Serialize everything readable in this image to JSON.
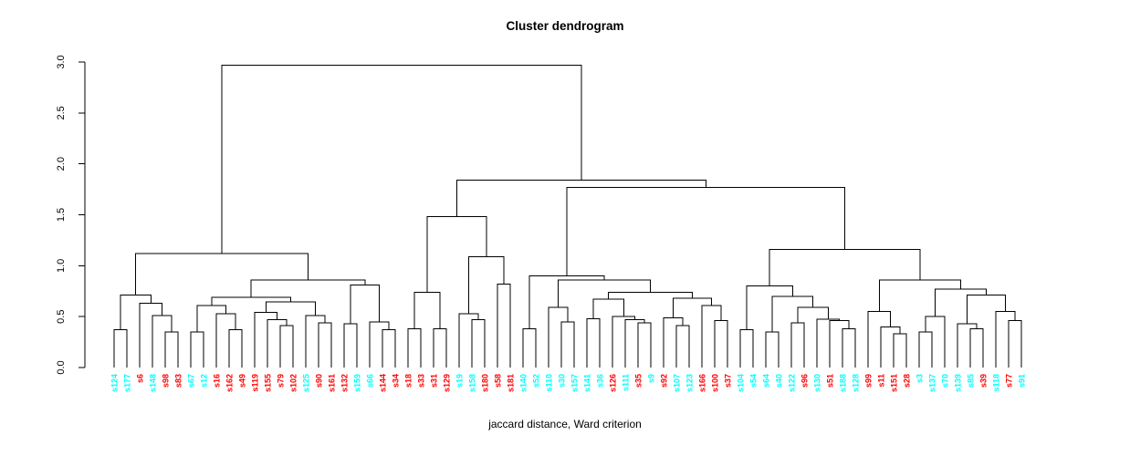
{
  "title": "Cluster dendrogram",
  "xlabel": "jaccard distance, Ward criterion",
  "y_axis": {
    "ticks": [
      "0.0",
      "0.5",
      "1.0",
      "1.5",
      "2.0",
      "2.5",
      "3.0"
    ],
    "min": 0.0,
    "max": 3.0
  },
  "colors": {
    "red": "#FF0000",
    "cyan": "#00FFFF",
    "line": "#000000"
  },
  "chart_data": {
    "type": "dendrogram",
    "title": "Cluster dendrogram",
    "xlabel": "jaccard distance, Ward criterion",
    "ylabel": "",
    "ylim": [
      0.0,
      3.0
    ],
    "grid": false,
    "legend": "none",
    "leaves": [
      [
        "s124",
        "cyan"
      ],
      [
        "s177",
        "cyan"
      ],
      [
        "s6",
        "red"
      ],
      [
        "s148",
        "cyan"
      ],
      [
        "s98",
        "red"
      ],
      [
        "s83",
        "red"
      ],
      [
        "s67",
        "cyan"
      ],
      [
        "s12",
        "cyan"
      ],
      [
        "s16",
        "red"
      ],
      [
        "s162",
        "red"
      ],
      [
        "s49",
        "red"
      ],
      [
        "s119",
        "red"
      ],
      [
        "s155",
        "red"
      ],
      [
        "s79",
        "red"
      ],
      [
        "s102",
        "red"
      ],
      [
        "s125",
        "cyan"
      ],
      [
        "s90",
        "red"
      ],
      [
        "s161",
        "red"
      ],
      [
        "s132",
        "red"
      ],
      [
        "s159",
        "cyan"
      ],
      [
        "s66",
        "cyan"
      ],
      [
        "s144",
        "red"
      ],
      [
        "s34",
        "red"
      ],
      [
        "s18",
        "red"
      ],
      [
        "s33",
        "red"
      ],
      [
        "s31",
        "red"
      ],
      [
        "s129",
        "red"
      ],
      [
        "s19",
        "cyan"
      ],
      [
        "s158",
        "cyan"
      ],
      [
        "s180",
        "red"
      ],
      [
        "s58",
        "red"
      ],
      [
        "s181",
        "red"
      ],
      [
        "s140",
        "cyan"
      ],
      [
        "s52",
        "cyan"
      ],
      [
        "s110",
        "cyan"
      ],
      [
        "s30",
        "cyan"
      ],
      [
        "s157",
        "cyan"
      ],
      [
        "s141",
        "cyan"
      ],
      [
        "s36",
        "cyan"
      ],
      [
        "s126",
        "red"
      ],
      [
        "s111",
        "cyan"
      ],
      [
        "s35",
        "red"
      ],
      [
        "s9",
        "cyan"
      ],
      [
        "s92",
        "red"
      ],
      [
        "s107",
        "cyan"
      ],
      [
        "s123",
        "cyan"
      ],
      [
        "s166",
        "red"
      ],
      [
        "s100",
        "red"
      ],
      [
        "s37",
        "red"
      ],
      [
        "s104",
        "cyan"
      ],
      [
        "s54",
        "cyan"
      ],
      [
        "s64",
        "cyan"
      ],
      [
        "s40",
        "cyan"
      ],
      [
        "s122",
        "cyan"
      ],
      [
        "s96",
        "red"
      ],
      [
        "s130",
        "cyan"
      ],
      [
        "s51",
        "red"
      ],
      [
        "s188",
        "cyan"
      ],
      [
        "s128",
        "cyan"
      ],
      [
        "s99",
        "red"
      ],
      [
        "s11",
        "red"
      ],
      [
        "s151",
        "red"
      ],
      [
        "s28",
        "red"
      ],
      [
        "s3",
        "cyan"
      ],
      [
        "s137",
        "cyan"
      ],
      [
        "s70",
        "cyan"
      ],
      [
        "s139",
        "cyan"
      ],
      [
        "s85",
        "cyan"
      ],
      [
        "s39",
        "red"
      ],
      [
        "s118",
        "cyan"
      ],
      [
        "s77",
        "red"
      ],
      [
        "s91",
        "cyan"
      ]
    ],
    "tree": [
      2.97,
      [
        1.12,
        [
          0.71,
          [
            0.37,
            "s124",
            "s177"
          ],
          [
            0.63,
            "s6",
            [
              0.51,
              "s148",
              [
                0.35,
                "s98",
                "s83"
              ]
            ]
          ]
        ],
        [
          0.86,
          [
            0.69,
            [
              0.61,
              [
                0.35,
                "s67",
                "s12"
              ],
              [
                0.53,
                "s16",
                [
                  0.37,
                  "s162",
                  "s49"
                ]
              ]
            ],
            [
              0.645,
              [
                0.54,
                "s119",
                [
                  0.47,
                  "s155",
                  [
                    0.41,
                    "s79",
                    "s102"
                  ]
                ]
              ],
              [
                0.51,
                "s125",
                [
                  0.44,
                  "s90",
                  "s161"
                ]
              ]
            ]
          ],
          [
            0.81,
            [
              0.43,
              "s132",
              "s159"
            ],
            [
              0.45,
              "s66",
              [
                0.37,
                "s144",
                "s34"
              ]
            ]
          ]
        ]
      ],
      [
        1.84,
        [
          1.48,
          [
            0.74,
            [
              0.38,
              "s18",
              "s33"
            ],
            [
              0.38,
              "s31",
              "s129"
            ]
          ],
          [
            1.09,
            [
              0.53,
              "s19",
              [
                0.47,
                "s158",
                "s180"
              ]
            ],
            [
              0.82,
              "s58",
              "s181"
            ]
          ]
        ],
        [
          1.77,
          [
            0.9,
            [
              0.38,
              "s140",
              "s52"
            ],
            [
              0.86,
              [
                0.59,
                "s110",
                [
                  0.45,
                  "s30",
                  "s157"
                ]
              ],
              [
                0.74,
                [
                  0.67,
                  [
                    0.48,
                    "s141",
                    "s36"
                  ],
                  [
                    0.5,
                    "s126",
                    [
                      0.47,
                      "s111",
                      [
                        0.44,
                        "s35",
                        "s9"
                      ]
                    ]
                  ]
                ],
                [
                  0.68,
                  [
                    0.49,
                    "s92",
                    [
                      0.41,
                      "s107",
                      "s123"
                    ]
                  ],
                  [
                    0.61,
                    "s166",
                    [
                      0.46,
                      "s100",
                      "s37"
                    ]
                  ]
                ]
              ]
            ]
          ],
          [
            1.16,
            [
              0.8,
              [
                0.37,
                "s104",
                "s54"
              ],
              [
                0.7,
                [
                  0.35,
                  "s64",
                  "s40"
                ],
                [
                  0.59,
                  [
                    0.44,
                    "s122",
                    "s96"
                  ],
                  [
                    0.475,
                    "s130",
                    [
                      0.46,
                      "s51",
                      [
                        0.38,
                        "s188",
                        "s128"
                      ]
                    ]
                  ]
                ]
              ]
            ],
            [
              0.86,
              [
                0.55,
                "s99",
                [
                  0.4,
                  "s11",
                  [
                    0.33,
                    "s151",
                    "s28"
                  ]
                ]
              ],
              [
                0.77,
                [
                  0.5,
                  [
                    0.35,
                    "s3",
                    "s137"
                  ],
                  "s70"
                ],
                [
                  0.71,
                  [
                    0.43,
                    "s139",
                    [
                      0.38,
                      "s85",
                      "s39"
                    ]
                  ],
                  [
                    0.55,
                    "s118",
                    [
                      0.46,
                      "s77",
                      "s91"
                    ]
                  ]
                ]
              ]
            ]
          ]
        ]
      ]
    ]
  }
}
